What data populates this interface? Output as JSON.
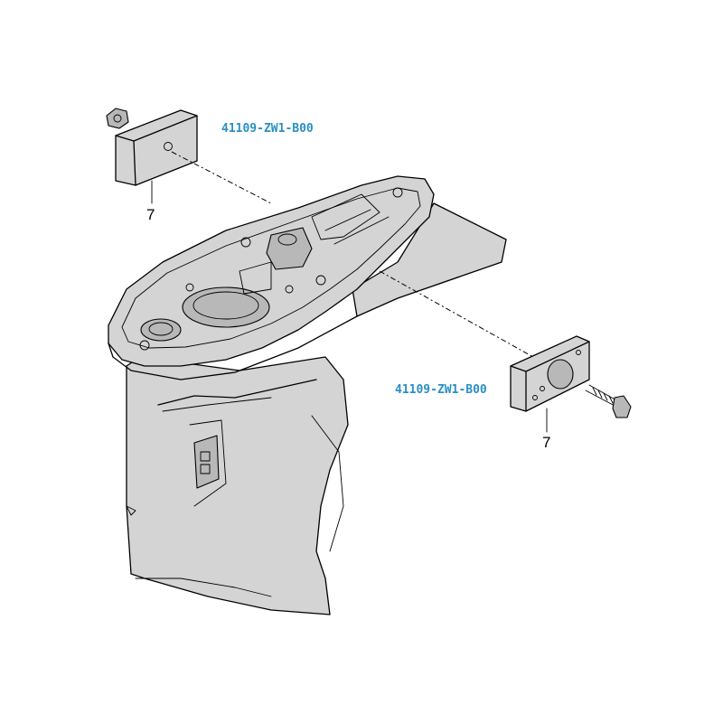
{
  "part_labels": {
    "upper_code": "41109-ZW1-B00",
    "lower_code": "41109-ZW1-B00",
    "upper_ref": "7",
    "lower_ref": "7"
  },
  "colors": {
    "part_code_text": "#2a8fc4",
    "line": "#000000",
    "housing_fill": "#d4d4d4",
    "background": "#ffffff"
  }
}
